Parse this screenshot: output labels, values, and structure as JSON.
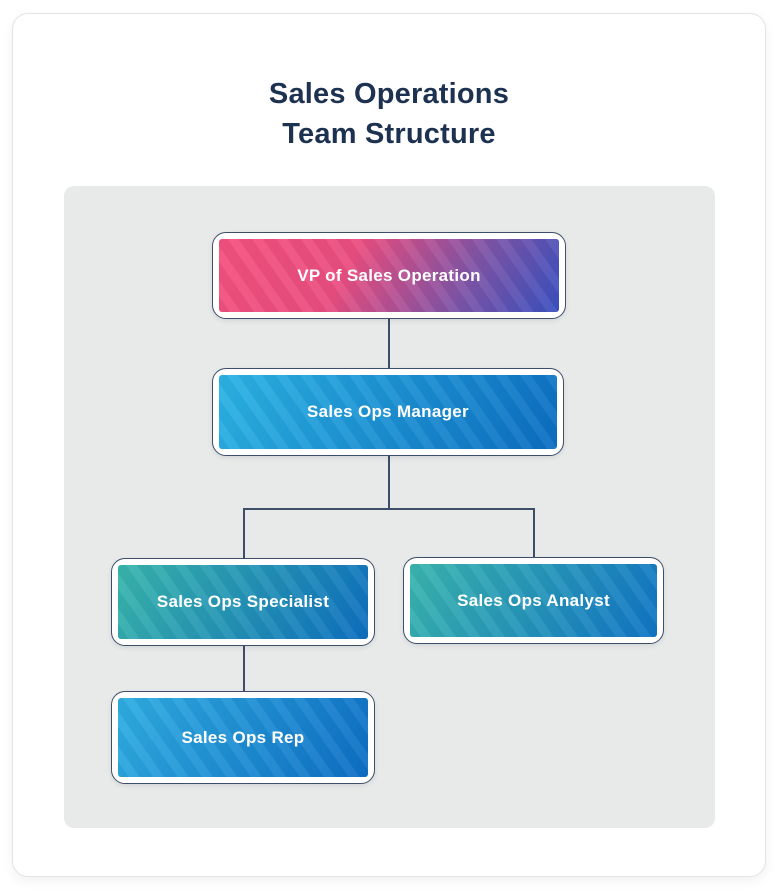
{
  "page": {
    "title_line1": "Sales Operations",
    "title_line2": "Team Structure"
  },
  "org": {
    "type": "org-chart",
    "nodes": [
      {
        "id": "vp",
        "label": "VP of Sales Operation",
        "reports_to": null,
        "gradient": [
          "#F4517D 0%",
          "#EA4E80 38%",
          "#7E55A8 72%",
          "#3A51C0 100%"
        ]
      },
      {
        "id": "manager",
        "label": "Sales Ops Manager",
        "reports_to": "vp",
        "gradient": [
          "#2BB4E4 0%",
          "#0C6EC2 100%"
        ]
      },
      {
        "id": "specialist",
        "label": "Sales Ops Specialist",
        "reports_to": "manager",
        "gradient": [
          "#39B6AC 0%",
          "#0E70C0 100%"
        ]
      },
      {
        "id": "analyst",
        "label": "Sales Ops Analyst",
        "reports_to": "manager",
        "gradient": [
          "#3AB6AE 0%",
          "#1175C6 100%"
        ]
      },
      {
        "id": "rep",
        "label": "Sales Ops Rep",
        "reports_to": "specialist",
        "gradient": [
          "#2FAEE2 0%",
          "#0E6FC5 100%"
        ]
      }
    ],
    "edges": [
      [
        "vp",
        "manager"
      ],
      [
        "manager",
        "specialist"
      ],
      [
        "manager",
        "analyst"
      ],
      [
        "specialist",
        "rep"
      ]
    ],
    "colors": {
      "connector": "#3E4D68",
      "node_outline": "#3E4D68",
      "panel_background": "#E8EAE9",
      "title_text": "#1D3150",
      "node_label_text": "#FFFFFF"
    }
  }
}
